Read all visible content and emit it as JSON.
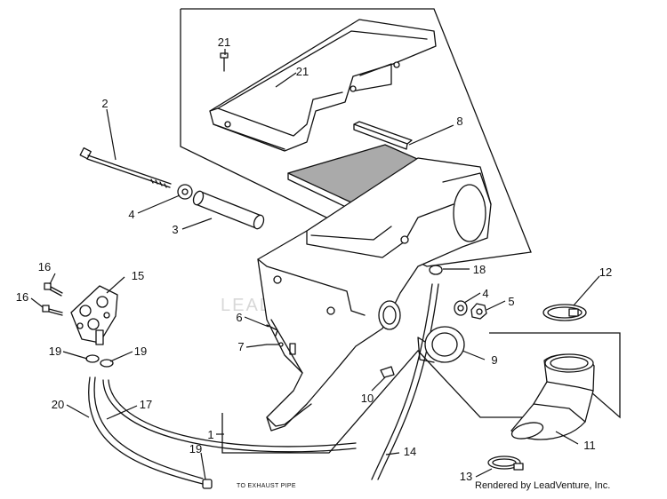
{
  "watermark": "LEADVENTURE",
  "credit": "Rendered by LeadVenture, Inc.",
  "exhaust_label": "TO EXHAUST PIPE",
  "callouts": [
    {
      "id": "c1",
      "label": "1"
    },
    {
      "id": "c2",
      "label": "2"
    },
    {
      "id": "c3",
      "label": "3"
    },
    {
      "id": "c4a",
      "label": "4"
    },
    {
      "id": "c4b",
      "label": "4"
    },
    {
      "id": "c5",
      "label": "5"
    },
    {
      "id": "c6",
      "label": "6"
    },
    {
      "id": "c7",
      "label": "7"
    },
    {
      "id": "c8",
      "label": "8"
    },
    {
      "id": "c9",
      "label": "9"
    },
    {
      "id": "c10",
      "label": "10"
    },
    {
      "id": "c11",
      "label": "11"
    },
    {
      "id": "c12",
      "label": "12"
    },
    {
      "id": "c13",
      "label": "13"
    },
    {
      "id": "c14",
      "label": "14"
    },
    {
      "id": "c15",
      "label": "15"
    },
    {
      "id": "c16a",
      "label": "16"
    },
    {
      "id": "c16b",
      "label": "16"
    },
    {
      "id": "c17",
      "label": "17"
    },
    {
      "id": "c18",
      "label": "18"
    },
    {
      "id": "c19a",
      "label": "19"
    },
    {
      "id": "c19b",
      "label": "19"
    },
    {
      "id": "c19c",
      "label": "19"
    },
    {
      "id": "c20",
      "label": "20"
    },
    {
      "id": "c21a",
      "label": "21"
    },
    {
      "id": "c21b",
      "label": "21"
    }
  ]
}
